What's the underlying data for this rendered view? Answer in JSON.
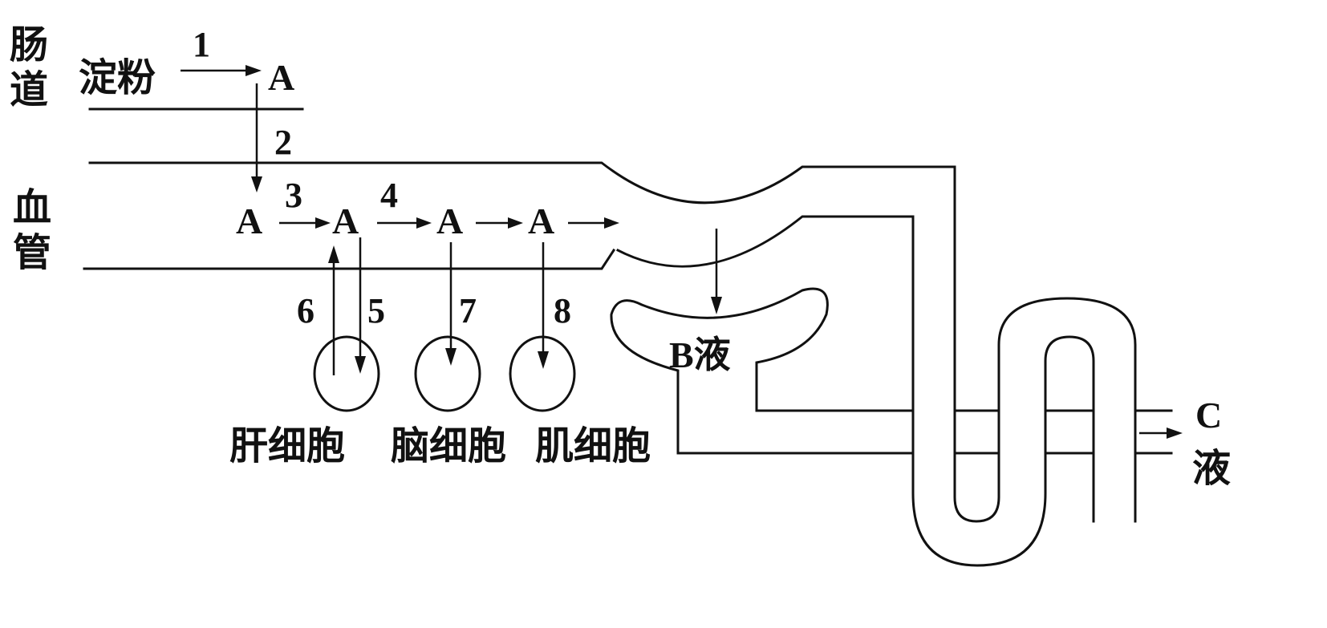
{
  "labels": {
    "intestine": "肠道",
    "vessel": "血管",
    "starch": "淀粉",
    "substance_a": "A",
    "liquid_b": "B液",
    "liquid_c_letter": "C",
    "liquid_c_char": "液",
    "liver_cell": "肝细胞",
    "brain_cell": "脑细胞",
    "muscle_cell": "肌细胞"
  },
  "steps": [
    "1",
    "2",
    "3",
    "4",
    "5",
    "6",
    "7",
    "8"
  ]
}
